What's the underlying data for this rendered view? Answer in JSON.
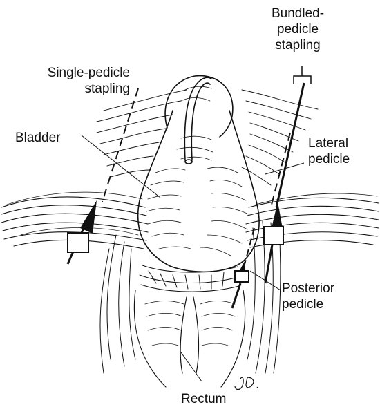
{
  "labels": {
    "single_pedicle": [
      "Single-pedicle",
      "stapling"
    ],
    "bundled_pedicle": [
      "Bundled-",
      "pedicle",
      "stapling"
    ],
    "bladder": "Bladder",
    "lateral_pedicle": [
      "Lateral",
      "pedicle"
    ],
    "posterior_pedicle": [
      "Posterior",
      "pedicle"
    ],
    "rectum": "Rectum"
  },
  "signature": "J.D."
}
